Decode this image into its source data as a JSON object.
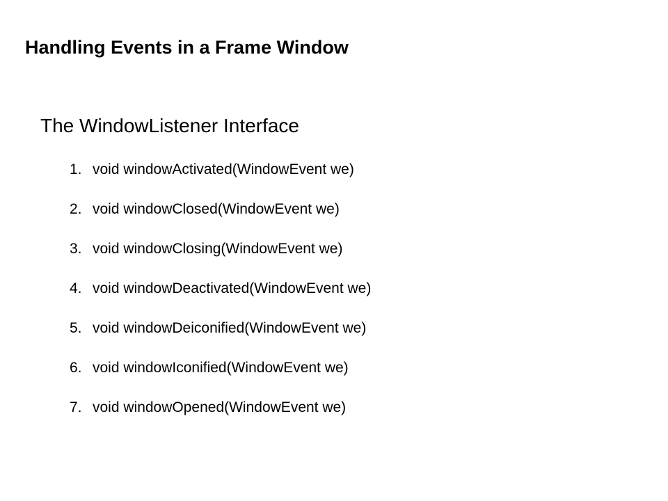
{
  "slide": {
    "title": "Handling Events in a Frame Window",
    "subheading": "The WindowListener  Interface",
    "methods": [
      {
        "number": "1.",
        "text": "void windowActivated(WindowEvent we)"
      },
      {
        "number": "2.",
        "text": "void windowClosed(WindowEvent we)"
      },
      {
        "number": "3.",
        "text": "void windowClosing(WindowEvent we)"
      },
      {
        "number": "4.",
        "text": "void windowDeactivated(WindowEvent we)"
      },
      {
        "number": "5.",
        "text": "void windowDeiconified(WindowEvent we)"
      },
      {
        "number": "6.",
        "text": "void windowIconified(WindowEvent we)"
      },
      {
        "number": "7.",
        "text": "void windowOpened(WindowEvent we)"
      }
    ]
  }
}
